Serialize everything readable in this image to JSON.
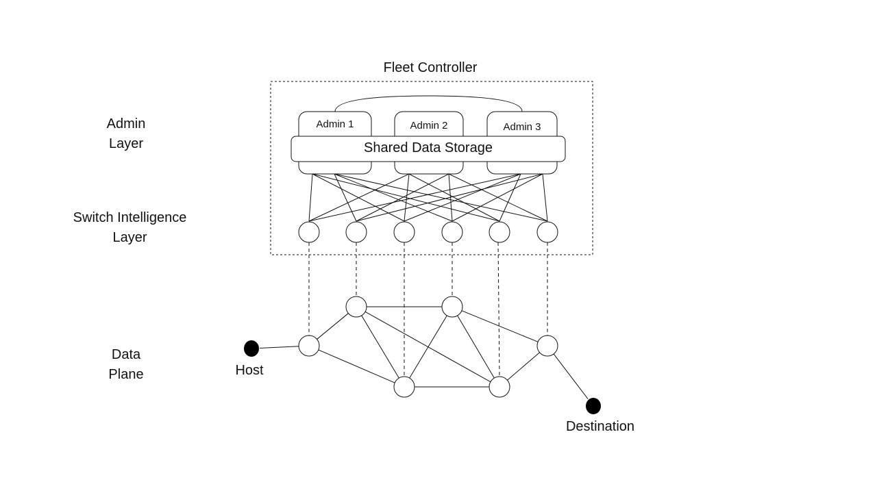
{
  "title": "Fleet Controller",
  "layers": {
    "admin": [
      "Admin",
      "Layer"
    ],
    "switch": [
      "Switch Intelligence",
      "Layer"
    ],
    "data": [
      "Data",
      "Plane"
    ]
  },
  "admins": [
    "Admin 1",
    "Admin 2",
    "Admin 3"
  ],
  "storage_label": "Shared Data Storage",
  "endpoints": {
    "host": "Host",
    "destination": "Destination"
  },
  "colors": {
    "line": "#111111",
    "endpoint_fill": "#000000",
    "background": "#ffffff"
  }
}
